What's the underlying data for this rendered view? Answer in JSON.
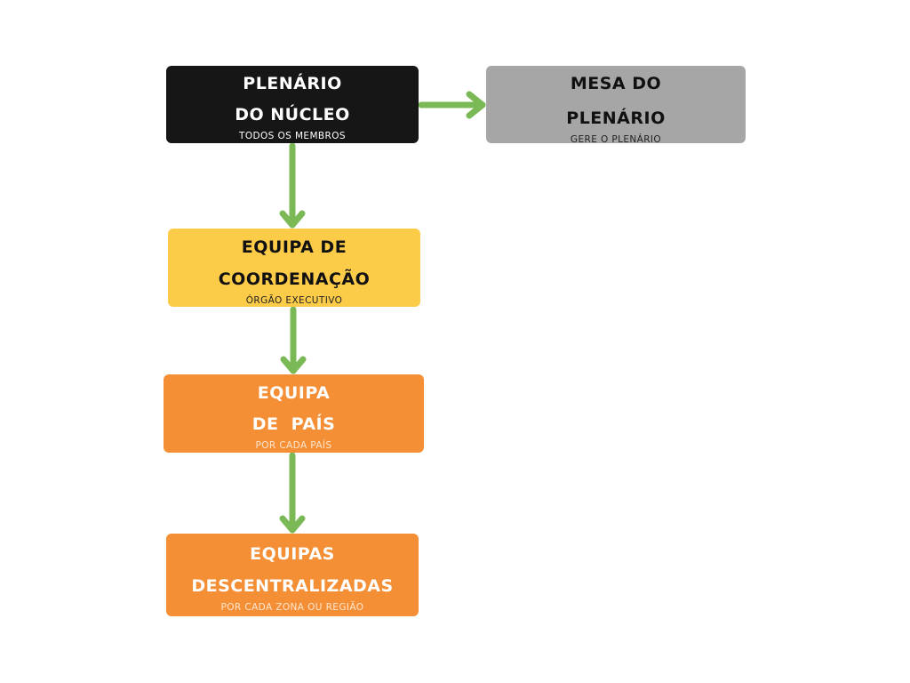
{
  "colors": {
    "arrow": "#7ab955",
    "black": "#161616",
    "gray": "#a6a6a6",
    "yellow": "#fccb48",
    "orange": "#f58f36"
  },
  "nodes": {
    "plenario": {
      "title_line1": "PLENÁRIO",
      "title_line2": "DO NÚCLEO",
      "subtitle": "TODOS OS MEMBROS",
      "bg": "#161616",
      "title_color": "#ffffff",
      "sub_color": "#ffffff"
    },
    "mesa": {
      "title_line1": "MESA DO",
      "title_line2": "PLENÁRIO",
      "subtitle": "GERE O PLENÁRIO",
      "bg": "#a6a6a6",
      "title_color": "#111111",
      "sub_color": "#222222"
    },
    "coordenacao": {
      "title_line1": "EQUIPA DE",
      "title_line2": "COORDENAÇÃO",
      "subtitle": "ÓRGÃO EXECUTIVO",
      "bg": "#fccb48",
      "title_color": "#111111",
      "sub_color": "#222222"
    },
    "pais": {
      "title_line1": "EQUIPA",
      "title_line2": "DE  PAÍS",
      "subtitle": "POR CADA PAÍS",
      "bg": "#f58f36",
      "title_color": "#ffffff",
      "sub_color": "#ffe6cf"
    },
    "descentralizadas": {
      "title_line1": "EQUIPAS",
      "title_line2": "DESCENTRALIZADAS",
      "subtitle": "POR CADA ZONA OU REGIÃO",
      "bg": "#f58f36",
      "title_color": "#ffffff",
      "sub_color": "#ffe6cf"
    }
  },
  "edges": [
    {
      "from": "plenario",
      "to": "mesa"
    },
    {
      "from": "plenario",
      "to": "coordenacao"
    },
    {
      "from": "coordenacao",
      "to": "pais"
    },
    {
      "from": "pais",
      "to": "descentralizadas"
    }
  ]
}
